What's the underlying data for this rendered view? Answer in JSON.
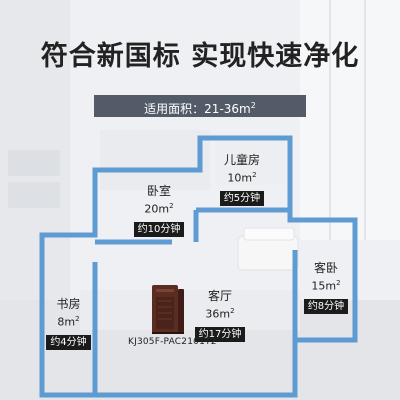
{
  "headline": "符合新国标 实现快速净化",
  "area_range": {
    "label": "适用面积：21-36m",
    "sup": "2"
  },
  "rooms": [
    {
      "name": "儿童房",
      "area": "10m",
      "sup": "2",
      "time": "约5分钟"
    },
    {
      "name": "卧室",
      "area": "20m",
      "sup": "2",
      "time": "约10分钟"
    },
    {
      "name": "客卧",
      "area": "15m",
      "sup": "2",
      "time": "约8分钟"
    },
    {
      "name": "书房",
      "area": "8m",
      "sup": "2",
      "time": "约4分钟"
    },
    {
      "name": "客厅",
      "area": "36m",
      "sup": "2",
      "time": "约17分钟"
    }
  ],
  "model": "KJ305F-PAC2101T2",
  "colors": {
    "wall": "#5e9bd3",
    "label_bg": "#1b1b1b",
    "banner_bg": "#535b69",
    "purifier": "#5a2c22"
  },
  "icons": [
    "air-purifier-icon"
  ]
}
